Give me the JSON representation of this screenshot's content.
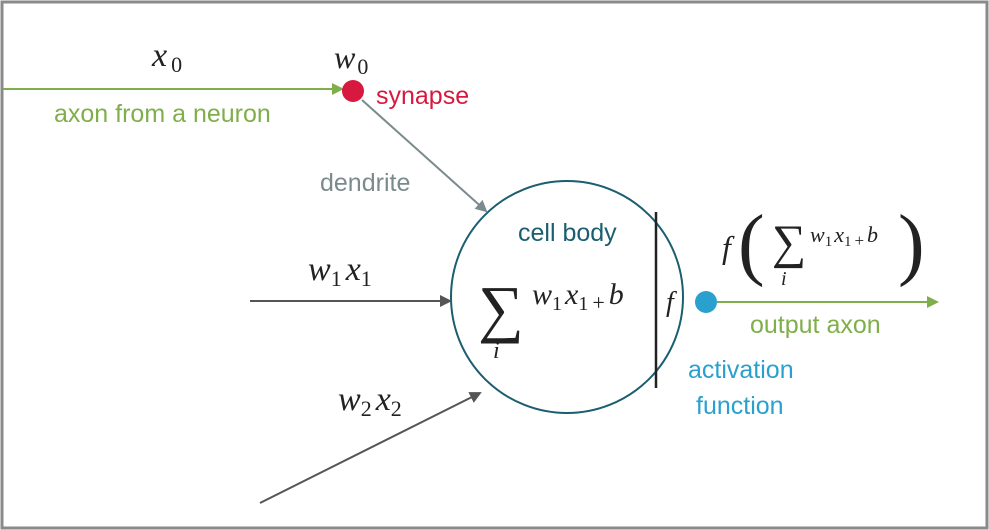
{
  "labels": {
    "x0": "x",
    "x0_sub": "0",
    "w0": "w",
    "w0_sub": "0",
    "axon_from_neuron": "axon from a neuron",
    "synapse": "synapse",
    "dendrite": "dendrite",
    "cell_body": "cell body",
    "input1_w": "w",
    "input1_w_sub": "1",
    "input1_x": "x",
    "input1_x_sub": "1",
    "input2_w": "w",
    "input2_w_sub": "2",
    "input2_x": "x",
    "input2_x_sub": "2",
    "sum_symbol": "∑",
    "sum_index": "i",
    "sum_w": "w",
    "sum_w_sub": "1",
    "sum_x": "x",
    "sum_x_sub": "1",
    "sum_plus": "+",
    "sum_b": "b",
    "f_inside": "f",
    "out_f": "f",
    "out_lparen": "(",
    "out_rparen": ")",
    "out_sum": "∑",
    "out_index": "i",
    "out_w": "w",
    "out_w_sub": "1",
    "out_x": "x",
    "out_x_sub": "1",
    "out_plus": "+",
    "out_b": "b",
    "output_axon": "output axon",
    "activation_line1": "activation",
    "activation_line2": "function"
  },
  "colors": {
    "green": "#7fae4a",
    "red": "#d7193f",
    "gray": "#7b8a8b",
    "teal": "#1b5e6f",
    "blue": "#2aa0cf",
    "dark": "#333333",
    "border": "#8a8a8a"
  }
}
